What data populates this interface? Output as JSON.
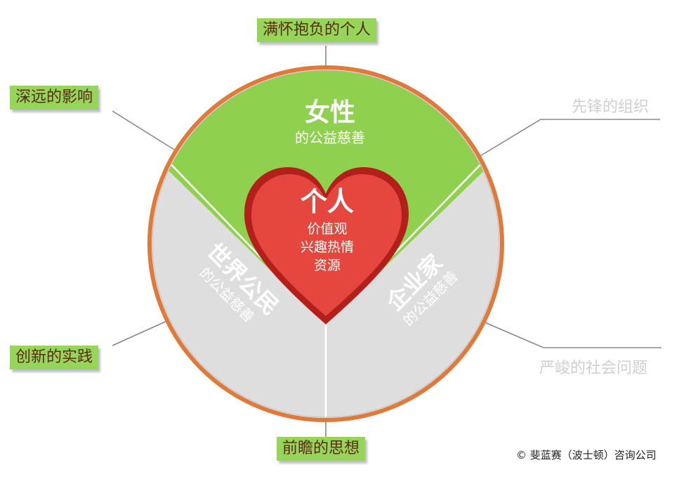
{
  "center": {
    "title": "个人",
    "lines": [
      "价值观",
      "兴趣热情",
      "资源"
    ]
  },
  "segments": {
    "women": {
      "title": "女性",
      "subtitle": "的公益慈善"
    },
    "citizen": {
      "title": "世界公民",
      "subtitle": "的公益慈善"
    },
    "entrepreneur": {
      "title": "企业家",
      "subtitle": "的公益慈善"
    }
  },
  "callouts": {
    "top": "满怀抱负的个人",
    "upper_left": "深远的影响",
    "upper_right": "先锋的组织",
    "lower_left": "创新的实践",
    "lower_right": "严峻的社会问题",
    "bottom": "前瞻的思想"
  },
  "copyright": "© 斐蓝赛（波士顿）咨询公司",
  "colors": {
    "green": "#8fd14f",
    "gray": "#dedede",
    "ring": "#e07a3a",
    "heart": "#e5473f",
    "heart_dark": "#b3201c",
    "tag_text": "#5b2a10",
    "faded": "#cfcfcf"
  }
}
